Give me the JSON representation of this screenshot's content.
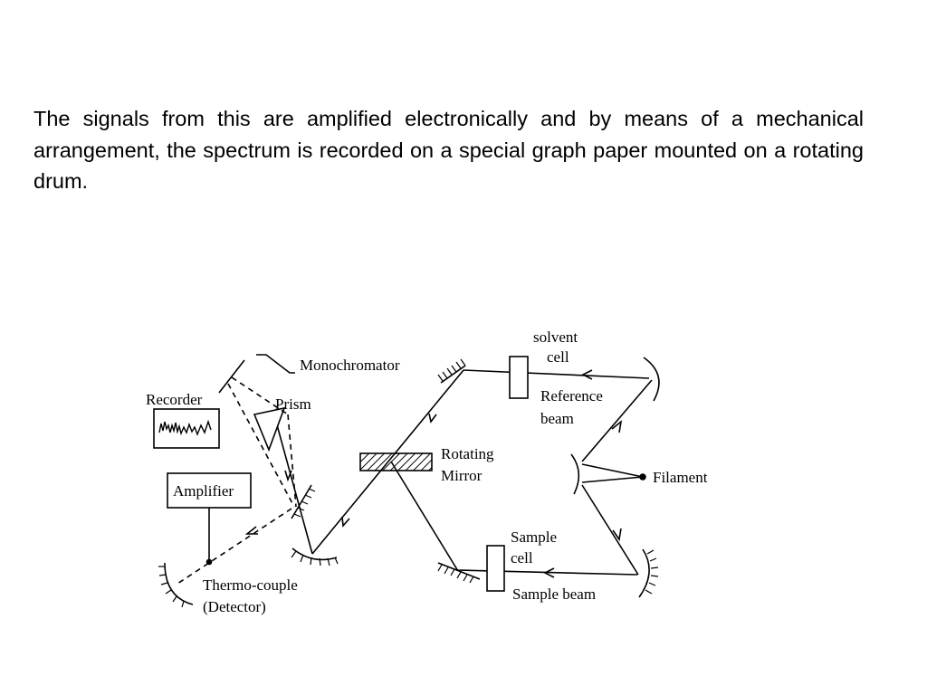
{
  "slide": {
    "paragraph": "The signals from this are amplified electronically and by means of a mechanical arrangement, the spectrum is recorded on a special graph paper mounted on a rotating drum."
  },
  "diagram": {
    "labels": {
      "solvent_cell_1": "solvent",
      "solvent_cell_2": "cell",
      "monochromator": "Monochromator",
      "recorder": "Recorder",
      "prism": "Prism",
      "reference_beam_1": "Reference",
      "reference_beam_2": "beam",
      "rotating_mirror_1": "Rotating",
      "rotating_mirror_2": "Mirror",
      "filament": "Filament",
      "amplifier": "Amplifier",
      "sample_cell_1": "Sample",
      "sample_cell_2": "cell",
      "thermocouple_1": "Thermo-couple",
      "thermocouple_2": "(Detector)",
      "sample_beam": "Sample beam"
    },
    "colors": {
      "ink": "#000000",
      "background": "#ffffff"
    }
  }
}
